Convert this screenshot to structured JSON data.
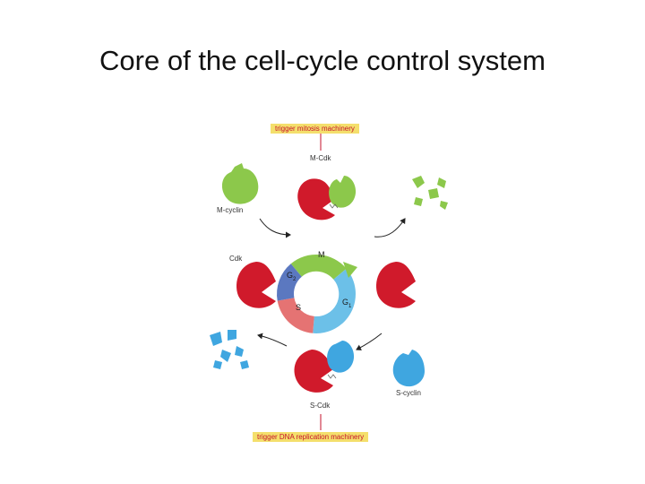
{
  "title": "Core of the cell-cycle control system",
  "diagram": {
    "top_banner": "trigger mitosis machinery",
    "bottom_banner": "trigger DNA replication machinery",
    "labels": {
      "m_cdk": "M-Cdk",
      "m_cyclin": "M-cyclin",
      "cdk": "Cdk",
      "s_cyclin": "S-cyclin",
      "s_cdk": "S-Cdk"
    },
    "phases": {
      "m": "M",
      "g2": "G",
      "g2_sub": "2",
      "s": "S",
      "g1": "G",
      "g1_sub": "1"
    },
    "colors": {
      "cdk": "#d01a2b",
      "m_cyclin": "#8cc84b",
      "s_cyclin": "#3fa6e0",
      "phase_m": "#8cc84b",
      "phase_g1": "#6cc0e8",
      "phase_s": "#e57373",
      "phase_g2": "#5b78c0",
      "banner": "#f4df6c"
    }
  }
}
